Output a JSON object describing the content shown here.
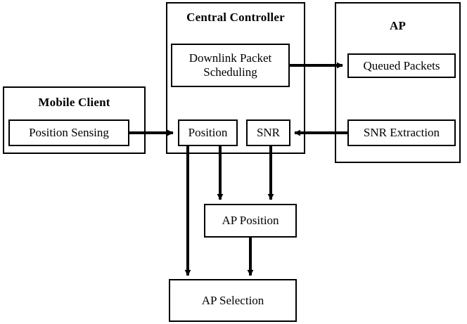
{
  "diagram": {
    "type": "block-diagram",
    "background_color": "#ffffff",
    "line_color": "#000000",
    "groups": [
      {
        "id": "central-controller",
        "title": "Central Controller"
      },
      {
        "id": "access-point",
        "title": "AP"
      },
      {
        "id": "mobile-client",
        "title": "Mobile Client"
      }
    ],
    "nodes": [
      {
        "id": "downlink-packet-scheduling",
        "label": "Downlink Packet\nScheduling",
        "group": "central-controller"
      },
      {
        "id": "position",
        "label": "Position",
        "group": "central-controller"
      },
      {
        "id": "snr",
        "label": "SNR",
        "group": "central-controller"
      },
      {
        "id": "queued-packets",
        "label": "Queued Packets",
        "group": "access-point"
      },
      {
        "id": "snr-extraction",
        "label": "SNR Extraction",
        "group": "access-point"
      },
      {
        "id": "position-sensing",
        "label": "Position Sensing",
        "group": "mobile-client"
      },
      {
        "id": "ap-position",
        "label": "AP Position",
        "group": null
      },
      {
        "id": "ap-selection",
        "label": "AP Selection",
        "group": null
      }
    ],
    "edges": [
      {
        "from": "downlink-packet-scheduling",
        "to": "queued-packets",
        "direction": "right"
      },
      {
        "from": "snr-extraction",
        "to": "snr",
        "direction": "left"
      },
      {
        "from": "position-sensing",
        "to": "position",
        "direction": "right"
      },
      {
        "from": "position",
        "to": "ap-position",
        "direction": "down"
      },
      {
        "from": "snr",
        "to": "ap-position",
        "direction": "down"
      },
      {
        "from": "position",
        "to": "ap-selection",
        "direction": "down"
      },
      {
        "from": "ap-position",
        "to": "ap-selection",
        "direction": "down"
      }
    ]
  }
}
